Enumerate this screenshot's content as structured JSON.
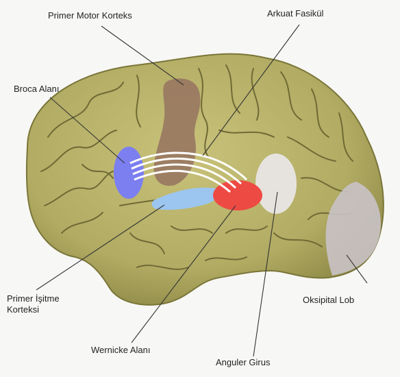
{
  "labels": {
    "primary_motor_cortex": "Primer Motor Korteks",
    "arcuate_fasciculus": "Arkuat Fasikül",
    "broca_area": "Broca Alanı",
    "primary_auditory_cortex_line1": "Primer İşitme",
    "primary_auditory_cortex_line2": "Korteksi",
    "occipital_lobe": "Oksipital Lob",
    "wernicke_area": "Wernicke Alanı",
    "angular_gyrus": "Anguler Girus"
  },
  "colors": {
    "brain": "#b6b16a",
    "brain_shadow": "#8f8a48",
    "sulcus": "#6f6a35",
    "motor_cortex": "#9a7a62",
    "broca": "#7c7ff0",
    "auditory": "#9cc6f0",
    "wernicke": "#ee4a44",
    "angular": "#e6e3de",
    "occipital": "#c9c2c6",
    "fasciculus": "#ffffff"
  }
}
